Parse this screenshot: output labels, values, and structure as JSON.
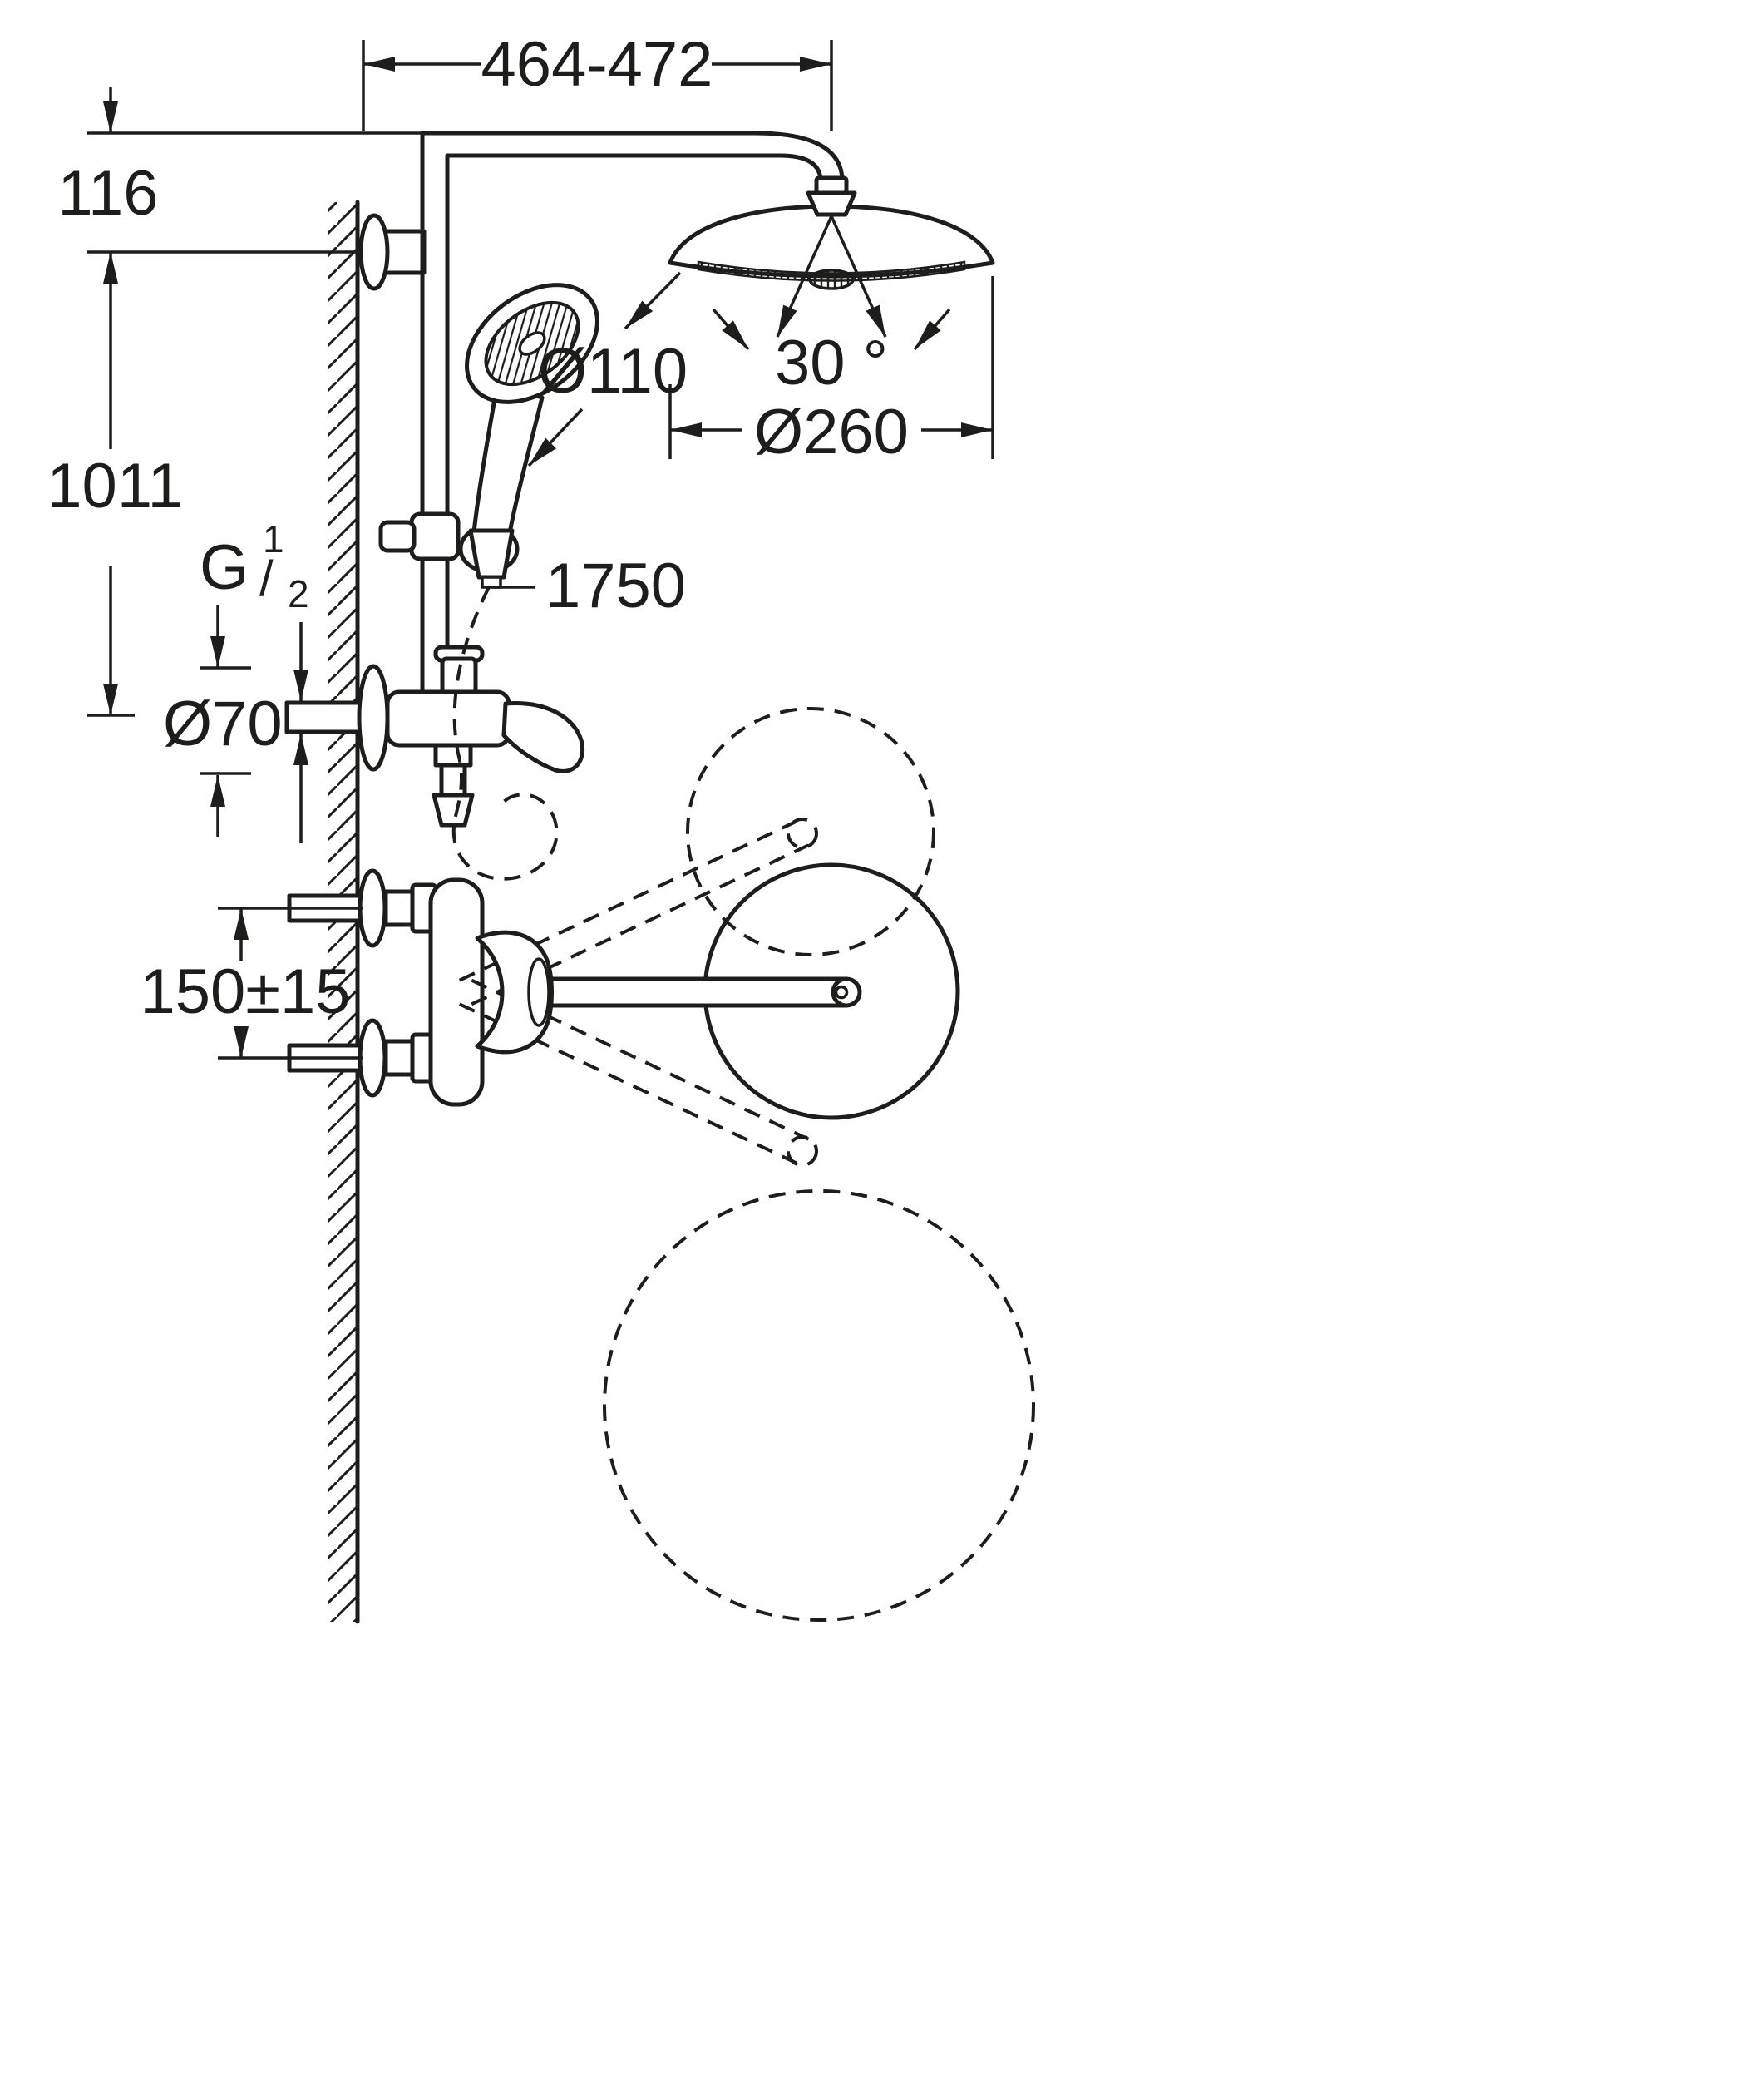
{
  "colors": {
    "line": "#1d1d1b",
    "background": "#ffffff"
  },
  "dimensions": {
    "top_width": "464-472",
    "top_offset": "116",
    "wall_height": "1011",
    "thread_base": "G",
    "thread_numerator": "1",
    "thread_slash": "/",
    "thread_denominator": "2",
    "escutcheon_diameter": "Ø70",
    "hose_length": "1750",
    "hand_shower_diameter": "Ø110",
    "head_shower_tilt": "30 °",
    "head_shower_diameter": "Ø260",
    "inlet_spacing": "150±15"
  }
}
